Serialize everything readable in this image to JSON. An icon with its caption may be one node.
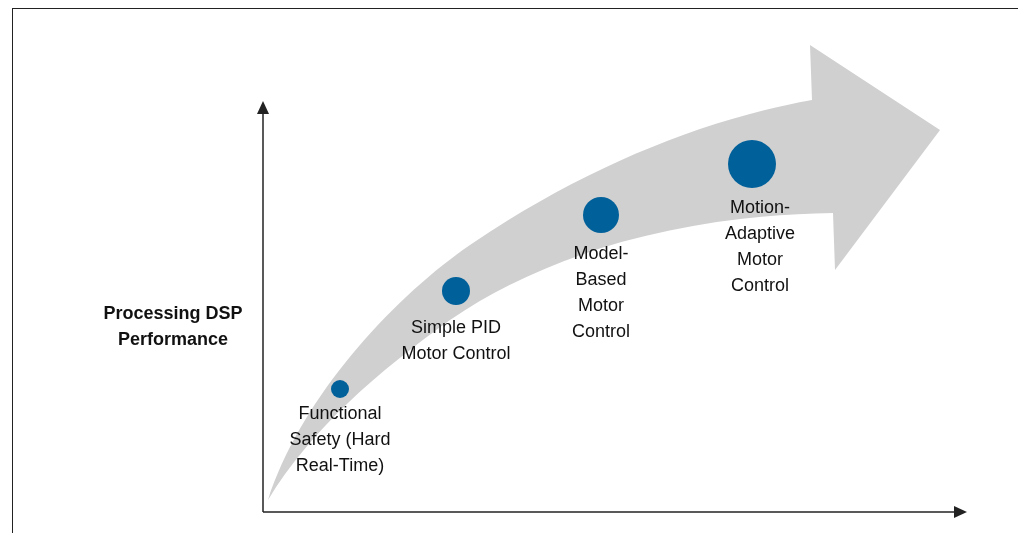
{
  "diagram": {
    "nodes": [
      {
        "text": [],
        "shape": "circle",
        "beside": [
          "Functional Safety (Hard Real-Time)"
        ]
      },
      {
        "text": [],
        "shape": "circle",
        "beside": [
          "Simple PID Motor Control"
        ]
      },
      {
        "text": [],
        "shape": "circle",
        "beside": [
          "Model-Based Motor Control"
        ]
      },
      {
        "text": [],
        "shape": "circle",
        "beside": [
          "Motion-Adaptive Motor Control"
        ]
      }
    ],
    "edges": [],
    "labels": [
      "Processing DSP Performance"
    ]
  }
}
